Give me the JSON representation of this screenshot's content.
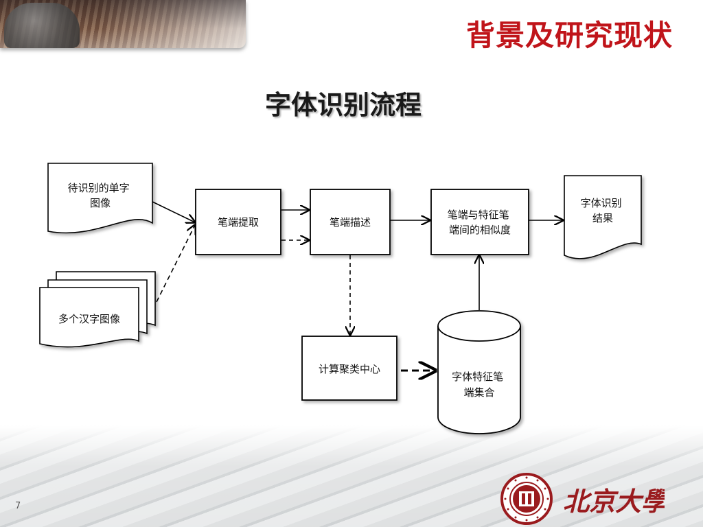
{
  "header": {
    "section_title": "背景及研究现状",
    "slide_title": "字体识别流程"
  },
  "diagram": {
    "nodes": {
      "input_single": [
        "待识别的单字",
        "图像"
      ],
      "input_multi": "多个汉字图像",
      "extract": "笔端提取",
      "describe": "笔端描述",
      "similarity": [
        "笔端与特征笔",
        "端间的相似度"
      ],
      "result": [
        "字体识别",
        "结果"
      ],
      "cluster": "计算聚类中心",
      "feature_set": [
        "字体特征笔",
        "端集合"
      ]
    }
  },
  "footer": {
    "page_number": "7",
    "university_logo_text": "北京大學"
  }
}
